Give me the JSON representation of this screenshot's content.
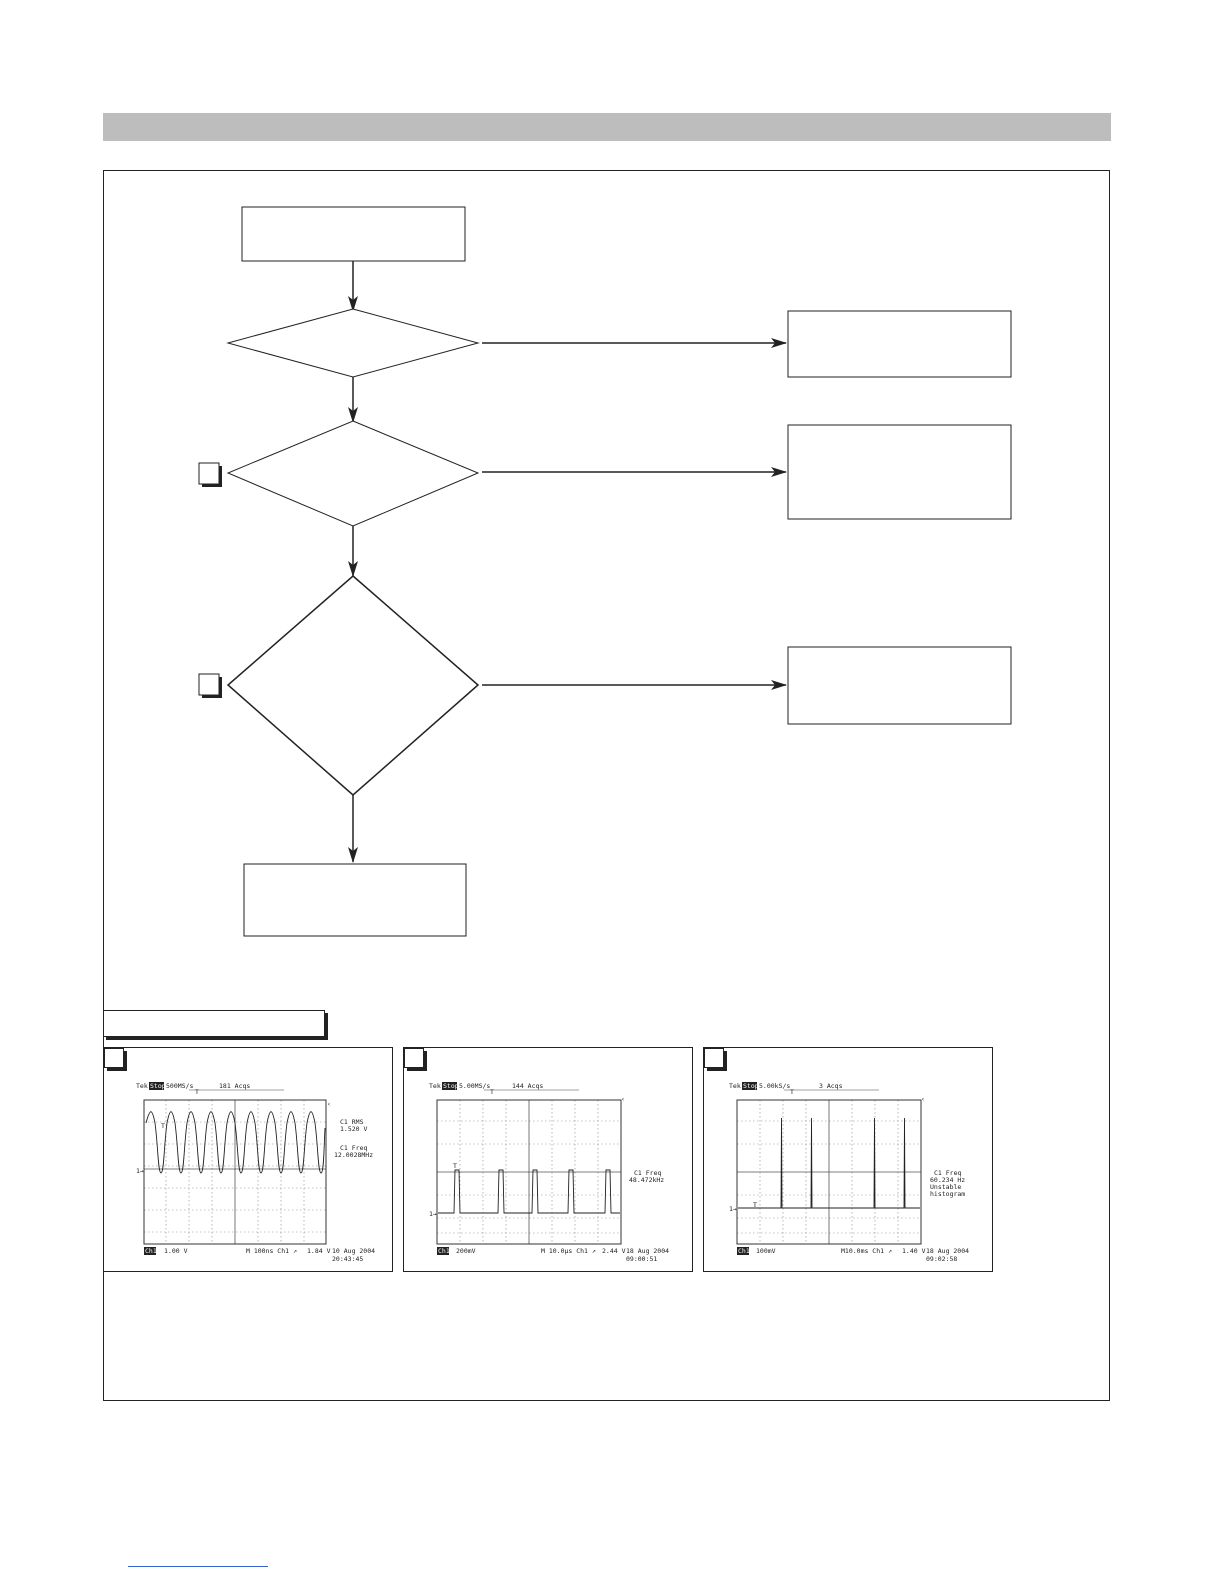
{
  "scope_1": {
    "top": [
      "Tek",
      "Stop",
      "500MS/s",
      "181 Acqs"
    ],
    "readout": [
      "C1 RMS",
      "1.520 V",
      "C1 Freq",
      "12.0028MHz"
    ],
    "bottom": [
      "Ch1",
      "1.00 V",
      "M 100ns  Ch1 ↗",
      "1.84 V"
    ],
    "date": [
      "10 Aug 2004",
      "20:43:45"
    ]
  },
  "scope_2": {
    "top": [
      "Tek",
      "Stop",
      "5.00MS/s",
      "144 Acqs"
    ],
    "readout": [
      "C1 Freq",
      "48.472kHz"
    ],
    "bottom": [
      "Ch1",
      "200mV",
      "M 10.0μs  Ch1 ↗",
      "2.44 V"
    ],
    "date": [
      "18 Aug 2004",
      "09:00:51"
    ]
  },
  "scope_3": {
    "top": [
      "Tek",
      "Stop",
      "5.00kS/s",
      "3 Acqs"
    ],
    "readout": [
      "C1 Freq",
      "60.234 Hz",
      "Unstable",
      "histogram"
    ],
    "bottom": [
      "Ch1",
      "100mV",
      "M10.0ms  Ch1 ↗",
      "1.40 V"
    ],
    "date": [
      "18 Aug 2004",
      "09:02:58"
    ]
  }
}
